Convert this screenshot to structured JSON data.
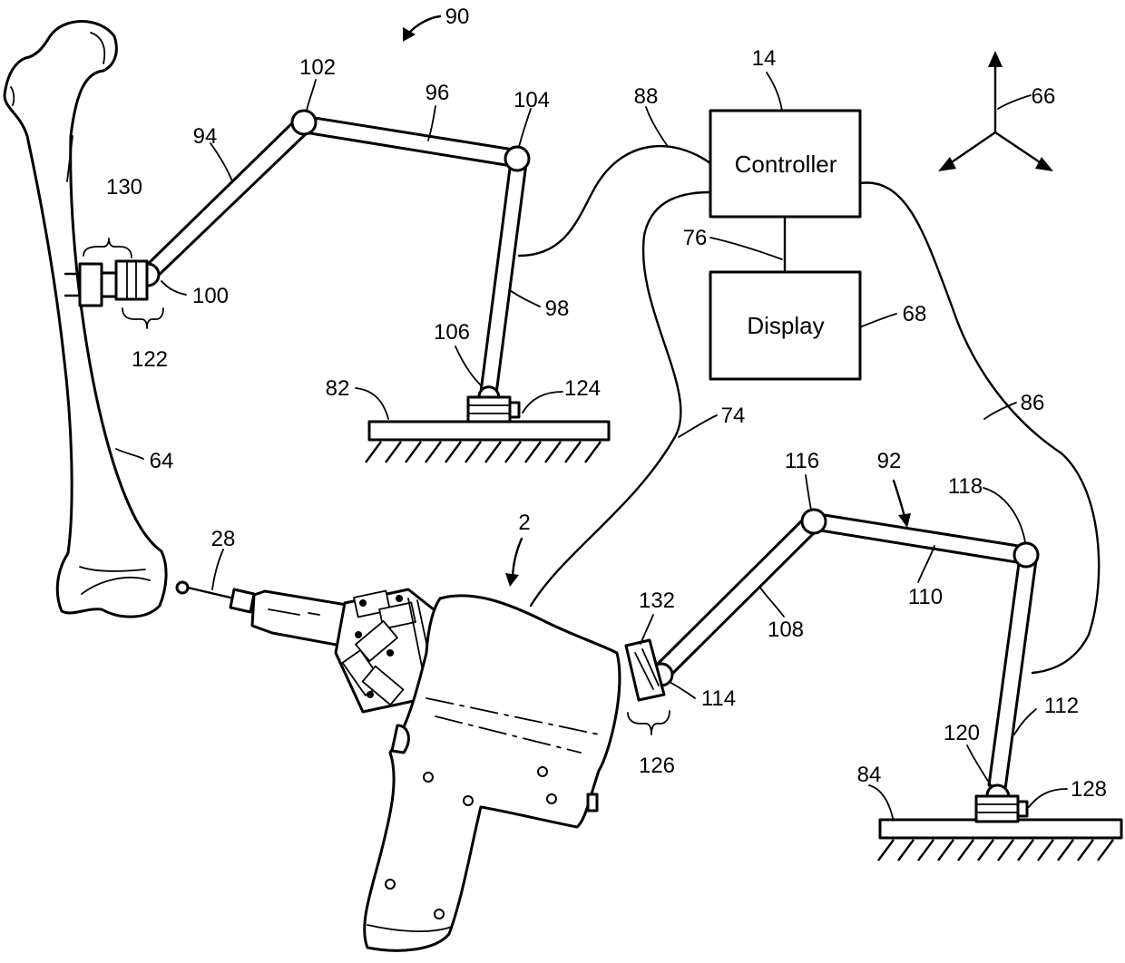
{
  "boxes": {
    "controller": "Controller",
    "display": "Display"
  },
  "labels": {
    "l90": "90",
    "l14": "14",
    "l66": "66",
    "l102": "102",
    "l96": "96",
    "l104": "104",
    "l88": "88",
    "l94": "94",
    "l130": "130",
    "l100": "100",
    "l122": "122",
    "l98": "98",
    "l106": "106",
    "l124": "124",
    "l82": "82",
    "l76": "76",
    "l68": "68",
    "l86": "86",
    "l74": "74",
    "l64": "64",
    "l116": "116",
    "l92": "92",
    "l118": "118",
    "l2": "2",
    "l28": "28",
    "l110": "110",
    "l108": "108",
    "l132": "132",
    "l114": "114",
    "l126": "126",
    "l112": "112",
    "l120": "120",
    "l128": "128",
    "l84": "84"
  }
}
